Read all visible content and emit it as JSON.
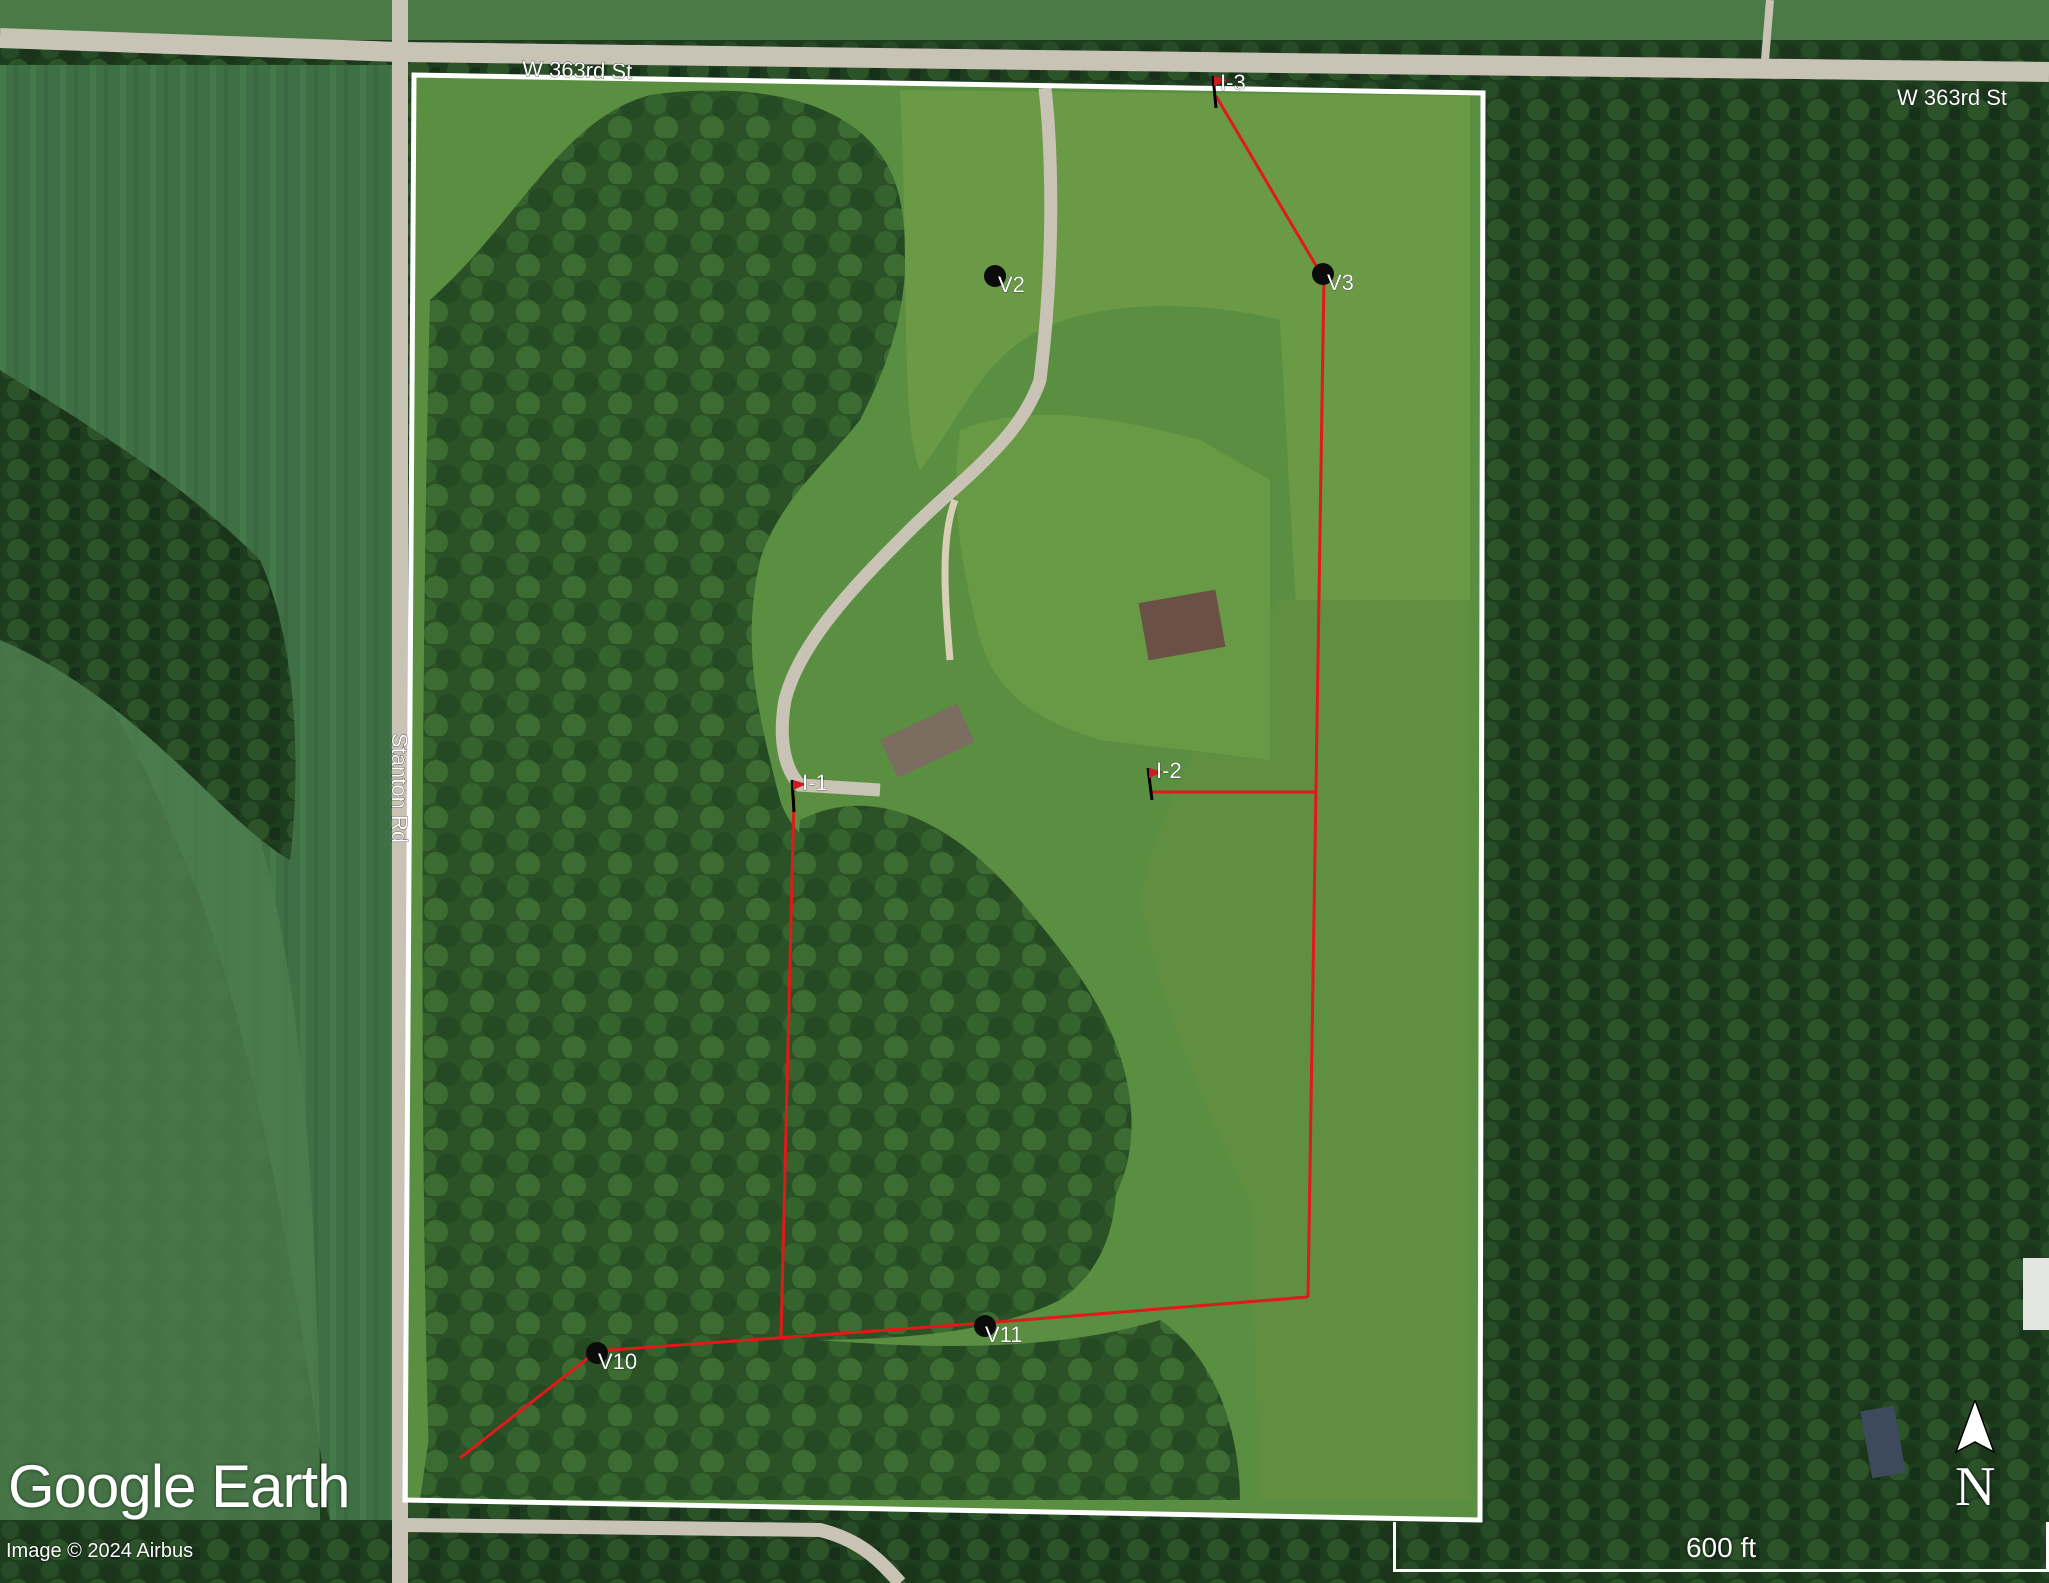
{
  "roads": {
    "north_road_left": "W 363rd St",
    "north_road_right": "W 363rd St",
    "west_road": "Stanton Rd"
  },
  "markers": [
    {
      "id": "V2",
      "label": "V2",
      "kind": "valve"
    },
    {
      "id": "V3",
      "label": "V3",
      "kind": "valve"
    },
    {
      "id": "V10",
      "label": "V10",
      "kind": "valve"
    },
    {
      "id": "V11",
      "label": "V11",
      "kind": "valve"
    },
    {
      "id": "I-1",
      "label": "I-1",
      "kind": "flag"
    },
    {
      "id": "I-2",
      "label": "I-2",
      "kind": "flag"
    },
    {
      "id": "I-3",
      "label": "I-3",
      "kind": "flag"
    }
  ],
  "branding": {
    "logo_text": "Google Earth",
    "credit": "Image © 2024 Airbus"
  },
  "scale_bar": {
    "label": "600 ft"
  },
  "north_arrow": {
    "letter": "N"
  },
  "colors": {
    "boundary": "#ffffff",
    "pipeline": "#e01919",
    "field_light": "#4f8a3a",
    "forest_dark": "#18361a",
    "road": "#c9c3b6"
  }
}
